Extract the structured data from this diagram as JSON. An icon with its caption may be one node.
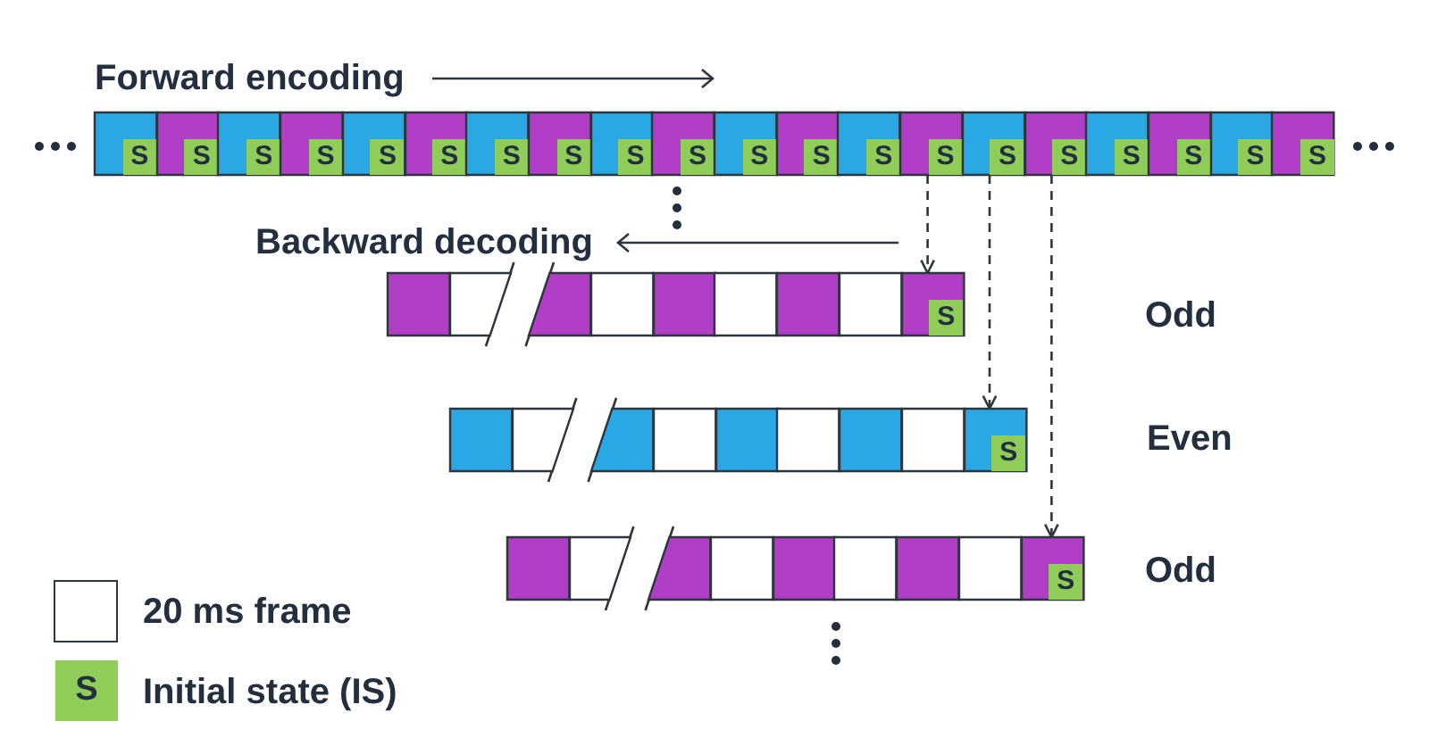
{
  "diagram": {
    "nodes": [
      {
        "text": [
          "S"
        ]
      },
      {
        "text": [
          "S"
        ]
      },
      {
        "text": [
          "S"
        ]
      },
      {
        "text": [
          "S"
        ]
      },
      {
        "text": [
          "S"
        ]
      },
      {
        "text": [
          "S"
        ]
      },
      {
        "text": [
          "S"
        ]
      },
      {
        "text": [
          "S"
        ]
      },
      {
        "text": [
          "S"
        ]
      },
      {
        "text": [
          "S"
        ]
      },
      {
        "text": [
          "S"
        ]
      },
      {
        "text": [
          "S"
        ]
      },
      {
        "text": [
          "S"
        ]
      },
      {
        "text": [
          "S"
        ]
      },
      {
        "text": [
          "S"
        ]
      },
      {
        "text": [
          "S"
        ]
      },
      {
        "text": [
          "S"
        ]
      },
      {
        "text": [
          "S"
        ]
      },
      {
        "text": [
          "S"
        ]
      },
      {
        "text": [
          "S"
        ]
      },
      {
        "text": [],
        "shape": "box"
      },
      {
        "text": [],
        "shape": "box"
      },
      {
        "text": [],
        "shape": "box"
      },
      {
        "text": [],
        "shape": "box"
      },
      {
        "text": [],
        "shape": "box"
      },
      {
        "text": [],
        "shape": "box"
      },
      {
        "text": [],
        "shape": "box"
      },
      {
        "text": [],
        "shape": "box"
      },
      {
        "text": [
          "S"
        ]
      },
      {
        "text": [],
        "shape": "box"
      },
      {
        "text": [],
        "shape": "box"
      },
      {
        "text": [],
        "shape": "box"
      },
      {
        "text": [],
        "shape": "box"
      },
      {
        "text": [],
        "shape": "box"
      },
      {
        "text": [],
        "shape": "box"
      },
      {
        "text": [],
        "shape": "box"
      },
      {
        "text": [],
        "shape": "box"
      },
      {
        "text": [
          "S"
        ]
      },
      {
        "text": [],
        "shape": "box"
      },
      {
        "text": [],
        "shape": "box"
      },
      {
        "text": [],
        "shape": "box"
      },
      {
        "text": [],
        "shape": "box"
      },
      {
        "text": [],
        "shape": "box"
      },
      {
        "text": [],
        "shape": "box"
      },
      {
        "text": [],
        "shape": "box"
      },
      {
        "text": [],
        "shape": "box"
      },
      {
        "text": [
          "S"
        ]
      }
    ],
    "edges": [
      {
        "from": 13,
        "to": 28,
        "arrow": "to",
        "style": "dashed"
      },
      {
        "from": 14,
        "to": 37,
        "arrow": "to",
        "style": "dashed"
      },
      {
        "from": 15,
        "to": 46,
        "arrow": "to",
        "style": "dashed"
      }
    ],
    "labels": [
      "Forward encoding",
      "Backward decoding",
      "Odd",
      "Even",
      "Odd",
      "S"
    ],
    "legend": [
      {
        "text": "20 ms frame",
        "color": "#ffffff"
      },
      {
        "text": "Initial state (IS)",
        "color": "#8fcc58"
      }
    ]
  }
}
